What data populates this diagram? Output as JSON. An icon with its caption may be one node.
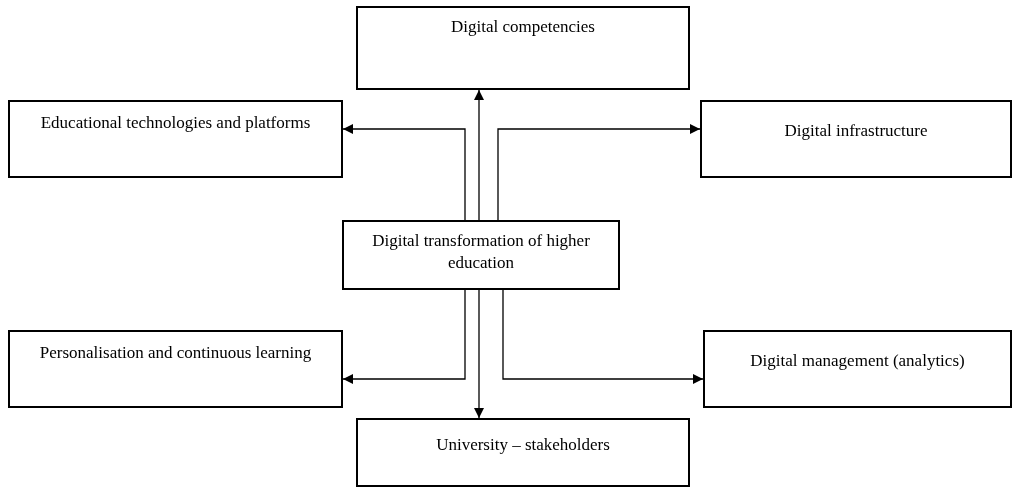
{
  "diagram": {
    "nodes": [
      {
        "text": [
          "Digital competencies"
        ]
      },
      {
        "text": [
          "Educational technologies and platforms"
        ]
      },
      {
        "text": [
          "Digital infrastructure"
        ]
      },
      {
        "text": [
          "Digital transformation of higher education"
        ]
      },
      {
        "text": [
          "Personalisation and continuous learning"
        ]
      },
      {
        "text": [
          "Digital management (analytics)"
        ]
      },
      {
        "text": [
          "University – stakeholders"
        ]
      }
    ],
    "edges": [
      {
        "from": 3,
        "to": 0,
        "arrow": "to"
      },
      {
        "from": 3,
        "to": 1,
        "arrow": "to"
      },
      {
        "from": 3,
        "to": 2,
        "arrow": "to"
      },
      {
        "from": 3,
        "to": 4,
        "arrow": "to"
      },
      {
        "from": 3,
        "to": 5,
        "arrow": "to"
      },
      {
        "from": 3,
        "to": 6,
        "arrow": "to"
      }
    ]
  }
}
